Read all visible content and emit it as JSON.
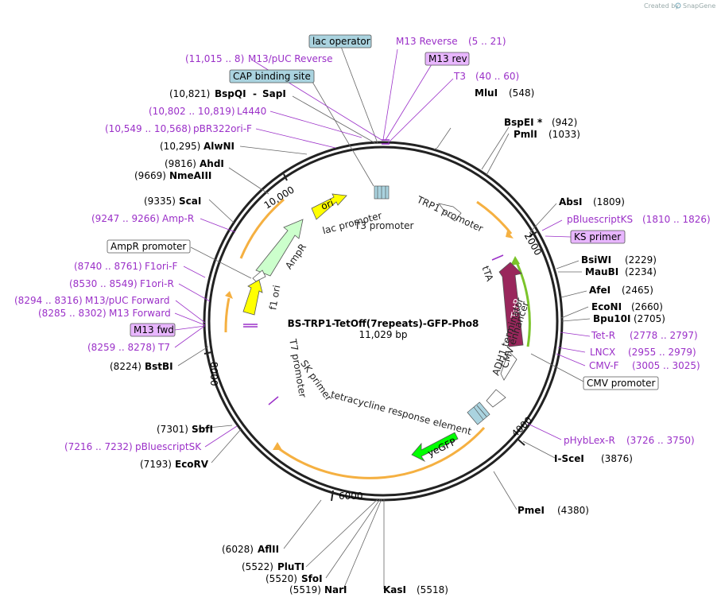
{
  "credit": "Created by",
  "brand": "SnapGene",
  "plasmid_name": "BS-TRP1-TetOff(7repeats)-GFP-Pho8",
  "plasmid_size": "11,029 bp",
  "ticks": [
    "2000",
    "4000",
    "6000",
    "8000",
    "10,000"
  ],
  "boxed_labels": {
    "lac_operator": "lac operator",
    "cap_site": "CAP binding site",
    "ampr_promoter": "AmpR promoter",
    "cmv_promoter": "CMV promoter",
    "m13_rev": "M13 rev",
    "ks_primer": "KS primer",
    "m13_fwd": "M13 fwd"
  },
  "sites": [
    {
      "id": "bspqi",
      "pos": "(10,821)",
      "name": "BspQI",
      "name2": "SapI"
    },
    {
      "id": "mlui",
      "pos": "(548)",
      "name": "MluI"
    },
    {
      "id": "bspei",
      "pos": "(942)",
      "name": "BspEI",
      "star": "*"
    },
    {
      "id": "pmli",
      "pos": "(1033)",
      "name": "PmlI"
    },
    {
      "id": "alwni",
      "pos": "(10,295)",
      "name": "AlwNI"
    },
    {
      "id": "ahdi",
      "pos": "(9816)",
      "name": "AhdI"
    },
    {
      "id": "nmeaiii",
      "pos": "(9669)",
      "name": "NmeAIII"
    },
    {
      "id": "scai",
      "pos": "(9335)",
      "name": "ScaI"
    },
    {
      "id": "absi",
      "pos": "(1809)",
      "name": "AbsI"
    },
    {
      "id": "bsiwi",
      "pos": "(2229)",
      "name": "BsiWI"
    },
    {
      "id": "maubi",
      "pos": "(2234)",
      "name": "MauBI"
    },
    {
      "id": "afei",
      "pos": "(2465)",
      "name": "AfeI"
    },
    {
      "id": "econi",
      "pos": "(2660)",
      "name": "EcoNI"
    },
    {
      "id": "bpu10i",
      "pos": "(2705)",
      "name": "Bpu10I"
    },
    {
      "id": "bstbi",
      "pos": "(8224)",
      "name": "BstBI"
    },
    {
      "id": "sbfi",
      "pos": "(7301)",
      "name": "SbfI"
    },
    {
      "id": "ecorv",
      "pos": "(7193)",
      "name": "EcoRV"
    },
    {
      "id": "iscei",
      "pos": "(3876)",
      "name": "I-SceI"
    },
    {
      "id": "pmei",
      "pos": "(4380)",
      "name": "PmeI"
    },
    {
      "id": "aflii",
      "pos": "(6028)",
      "name": "AflII"
    },
    {
      "id": "pluti",
      "pos": "(5522)",
      "name": "PluTI"
    },
    {
      "id": "sfoi",
      "pos": "(5520)",
      "name": "SfoI"
    },
    {
      "id": "nari",
      "pos": "(5519)",
      "name": "NarI"
    },
    {
      "id": "kasi",
      "pos": "(5518)",
      "name": "KasI"
    }
  ],
  "primers": [
    {
      "id": "m13rev",
      "name": "M13 Reverse",
      "range": "(5 .. 21)"
    },
    {
      "id": "m13puc_rev",
      "name": "M13/pUC Reverse",
      "range": "(11,015 .. 8)"
    },
    {
      "id": "t3",
      "name": "T3",
      "range": "(40 .. 60)"
    },
    {
      "id": "l4440",
      "name": "L4440",
      "range": "(10,802 .. 10,819)"
    },
    {
      "id": "pbr322",
      "name": "pBR322ori-F",
      "range": "(10,549 .. 10,568)"
    },
    {
      "id": "ampr_p",
      "name": "Amp-R",
      "range": "(9247 .. 9266)"
    },
    {
      "id": "pbks",
      "name": "pBluescriptKS",
      "range": "(1810 .. 1826)"
    },
    {
      "id": "f1orif",
      "name": "F1ori-F",
      "range": "(8740 .. 8761)"
    },
    {
      "id": "f1orir",
      "name": "F1ori-R",
      "range": "(8530 .. 8549)"
    },
    {
      "id": "m13puc_fwd",
      "name": "M13/pUC Forward",
      "range": "(8294 .. 8316)"
    },
    {
      "id": "m13fwd",
      "name": "M13 Forward",
      "range": "(8285 .. 8302)"
    },
    {
      "id": "t7",
      "name": "T7",
      "range": "(8259 .. 8278)"
    },
    {
      "id": "tetr_p",
      "name": "Tet-R",
      "range": "(2778 .. 2797)"
    },
    {
      "id": "lncx",
      "name": "LNCX",
      "range": "(2955 .. 2979)"
    },
    {
      "id": "cmvf",
      "name": "CMV-F",
      "range": "(3005 .. 3025)"
    },
    {
      "id": "phyblex",
      "name": "pHybLex-R",
      "range": "(3726 .. 3750)"
    },
    {
      "id": "pbsk",
      "name": "pBluescriptSK",
      "range": "(7216 .. 7232)"
    }
  ],
  "features": {
    "ori": "ori",
    "ampr": "AmpR",
    "f1ori": "f1 ori",
    "tetr": "TetR",
    "yegfp": "yeGFP",
    "lac_promoter": "lac promoter",
    "t3_promoter": "T3 promoter",
    "trp1_promoter": "TRP1 promoter",
    "tta": "tTA",
    "adh1": "ADH1 terminator",
    "cmv_enh": "CMV enhancer",
    "tre": "tetracycline response element",
    "sk_primer": "SK primer",
    "t7_promoter": "T7 promoter"
  },
  "colors": {
    "primer": "#9b30c8",
    "ori": "#ffff00",
    "ampr": "#ccffcc",
    "f1ori": "#ffff00",
    "tetr": "#99275c",
    "yegfp": "#00ff00",
    "orf_arc": "#f5b041",
    "box_fill": "#aad3df",
    "primer_box": "#e8b6ff"
  }
}
